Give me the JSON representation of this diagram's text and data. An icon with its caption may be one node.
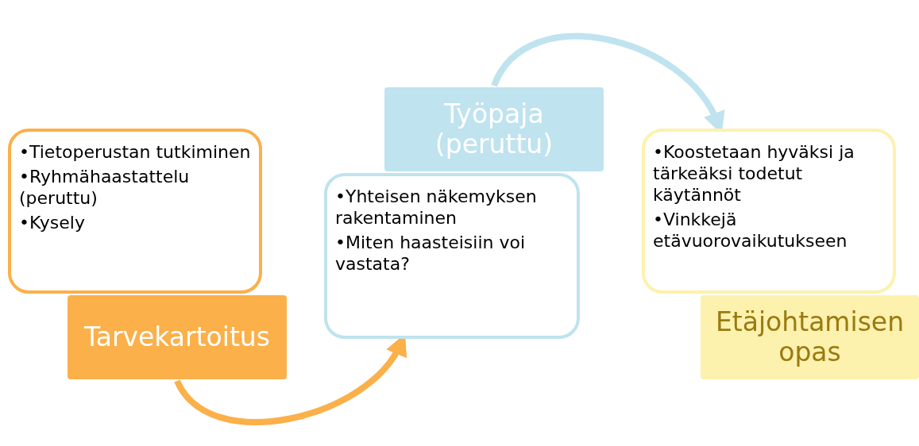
{
  "diagram": {
    "nodes": [
      {
        "text": [
          "•Tietoperustan tutkiminen",
          "•Ryhmähaastattelu (peruttu)",
          "•Kysely"
        ]
      },
      {
        "text": [
          "Tarvekartoitus"
        ]
      },
      {
        "text": [
          "Työpaja (peruttu)"
        ]
      },
      {
        "text": [
          "•Yhteisen näkemyksen rakentaminen",
          "•Miten haasteisiin voi vastata?"
        ]
      },
      {
        "text": [
          "•Koostetaan hyväksi ja tärkeäksi todetut käytännöt",
          "•Vinkkejä etävuorovaikutukseen"
        ]
      },
      {
        "text": [
          "Etäjohtamisen opas"
        ]
      }
    ],
    "edges": [
      {
        "from": 1,
        "to": 3,
        "arrow": "to",
        "color": "#fbb04a"
      },
      {
        "from": 2,
        "to": 4,
        "arrow": "to",
        "color": "#bfe3ef"
      }
    ]
  }
}
